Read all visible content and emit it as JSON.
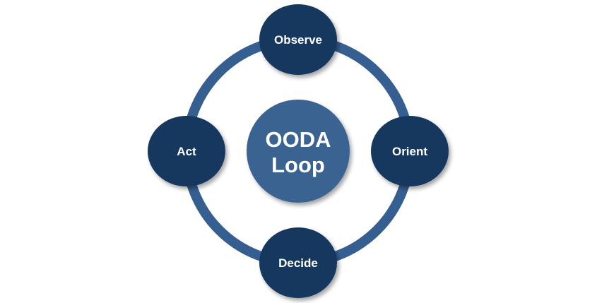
{
  "diagram": {
    "center": {
      "line1": "OODA",
      "line2": "Loop"
    },
    "nodes": [
      {
        "id": "observe",
        "label": "Observe"
      },
      {
        "id": "orient",
        "label": "Orient"
      },
      {
        "id": "decide",
        "label": "Decide"
      },
      {
        "id": "act",
        "label": "Act"
      }
    ]
  },
  "colors": {
    "ring": "#365f91",
    "node_fill": "#17375e",
    "center_fill": "#3a6392",
    "text": "#ffffff"
  }
}
